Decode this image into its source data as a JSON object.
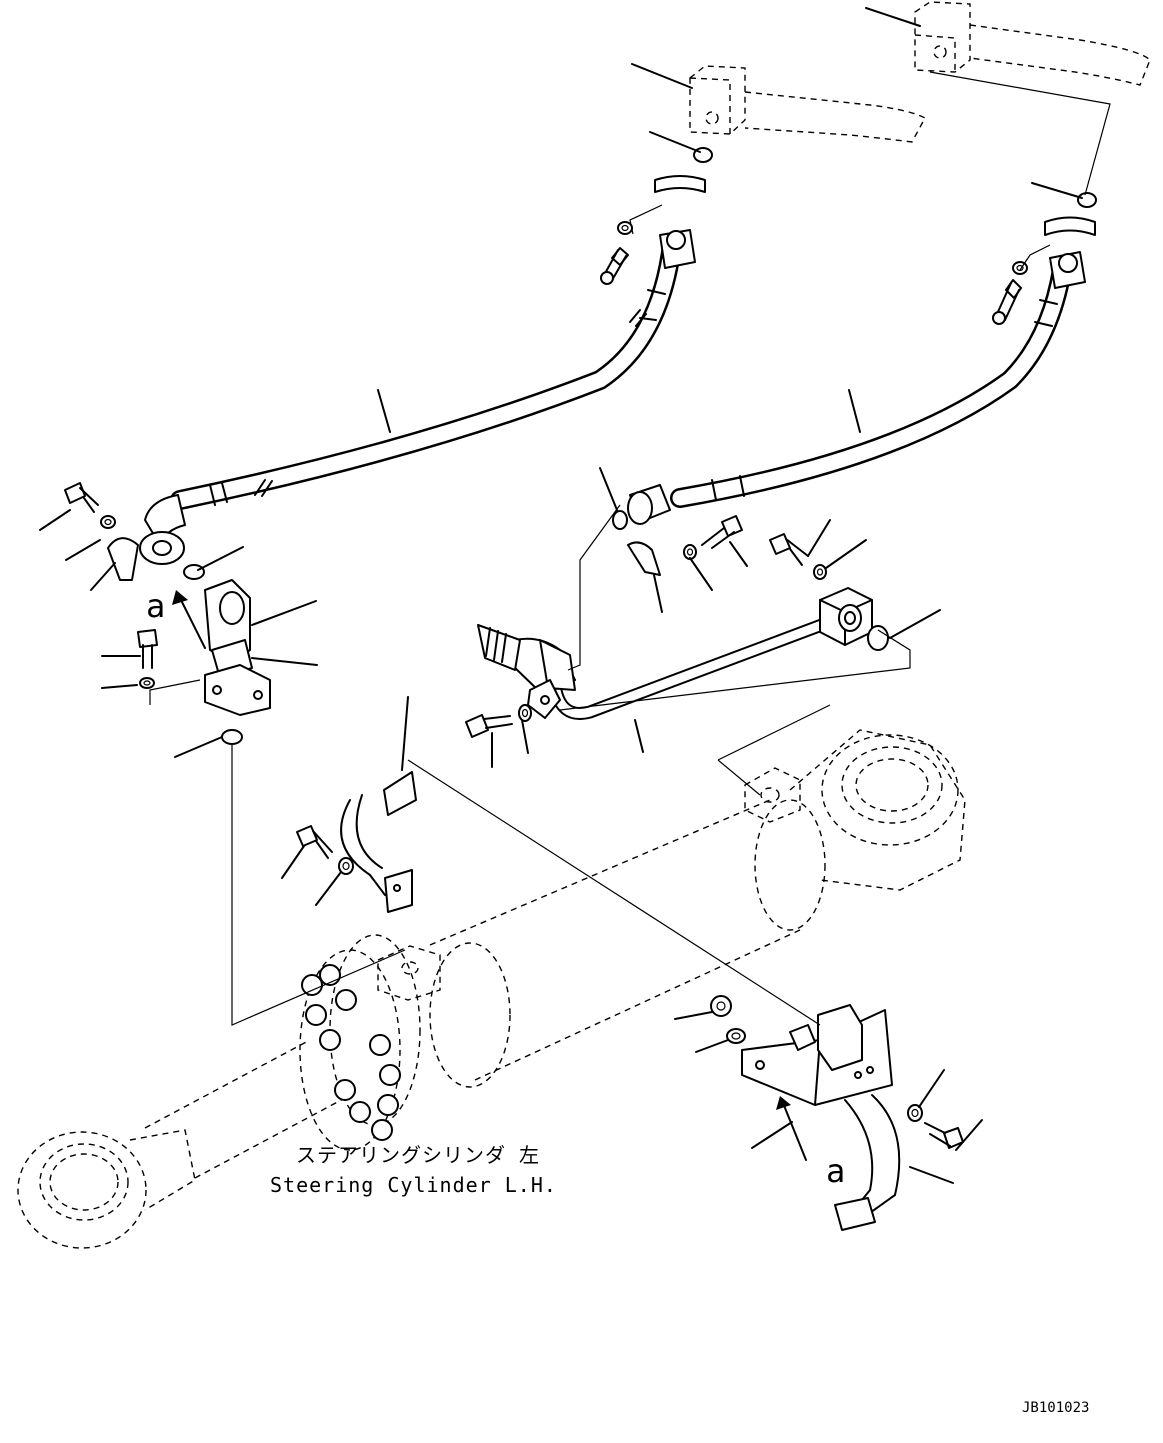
{
  "title_jp": "ステアリングシリンダ 左",
  "title_en": "Steering Cylinder L.H.",
  "view_marker_top": "a",
  "view_marker_bottom": "a",
  "drawing_code": "JB101023"
}
